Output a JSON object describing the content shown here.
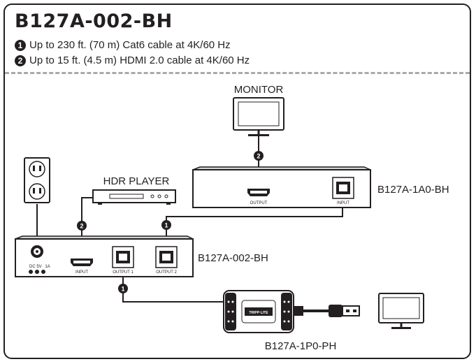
{
  "title": "B127A-002-BH",
  "notes": [
    {
      "num": "1",
      "text": "Up to 230 ft. (70 m) Cat6 cable at 4K/60 Hz"
    },
    {
      "num": "2",
      "text": "Up to 15 ft. (4.5 m) HDMI 2.0 cable at 4K/60 Hz"
    }
  ],
  "labels": {
    "monitor": "MONITOR",
    "hdr_player": "HDR PLAYER",
    "receiver": "B127A-1A0-BH",
    "transmitter": "B127A-002-BH",
    "usb_receiver": "B127A-1P0-PH"
  },
  "receiver_ports": {
    "output": "OUTPUT",
    "input": "INPUT"
  },
  "transmitter_ports": {
    "power": "DC 5V",
    "power_amp": "1A",
    "input": "INPUT",
    "output1": "OUTPUT 1",
    "output2": "OUTPUT 2"
  },
  "usb_device_brand": "TRIPP·LITE",
  "badges": {
    "cat6": "1",
    "hdmi": "2"
  }
}
